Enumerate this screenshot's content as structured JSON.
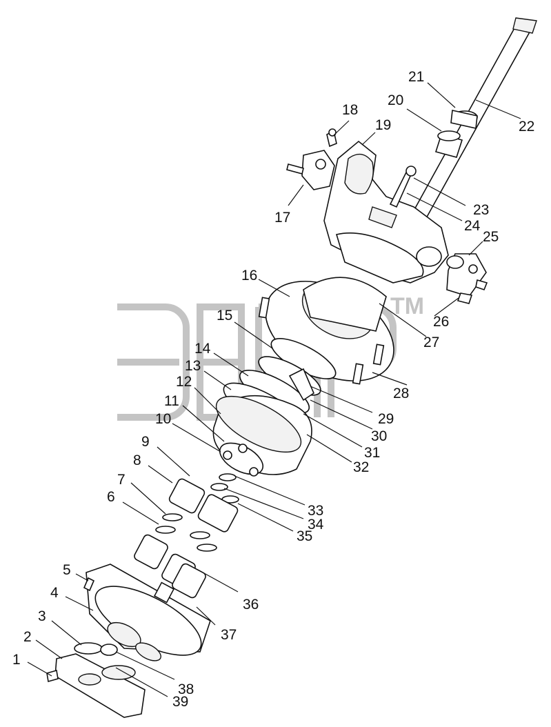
{
  "watermark": {
    "tm": "TM",
    "color": "#c4c4c4"
  },
  "callouts": [
    "1",
    "2",
    "3",
    "4",
    "5",
    "6",
    "7",
    "8",
    "9",
    "10",
    "11",
    "12",
    "13",
    "14",
    "15",
    "16",
    "17",
    "18",
    "19",
    "20",
    "21",
    "22",
    "23",
    "24",
    "25",
    "26",
    "27",
    "28",
    "29",
    "30",
    "31",
    "32",
    "33",
    "34",
    "35",
    "36",
    "37",
    "38",
    "39"
  ],
  "colors": {
    "line": "#111111",
    "background": "#ffffff"
  }
}
